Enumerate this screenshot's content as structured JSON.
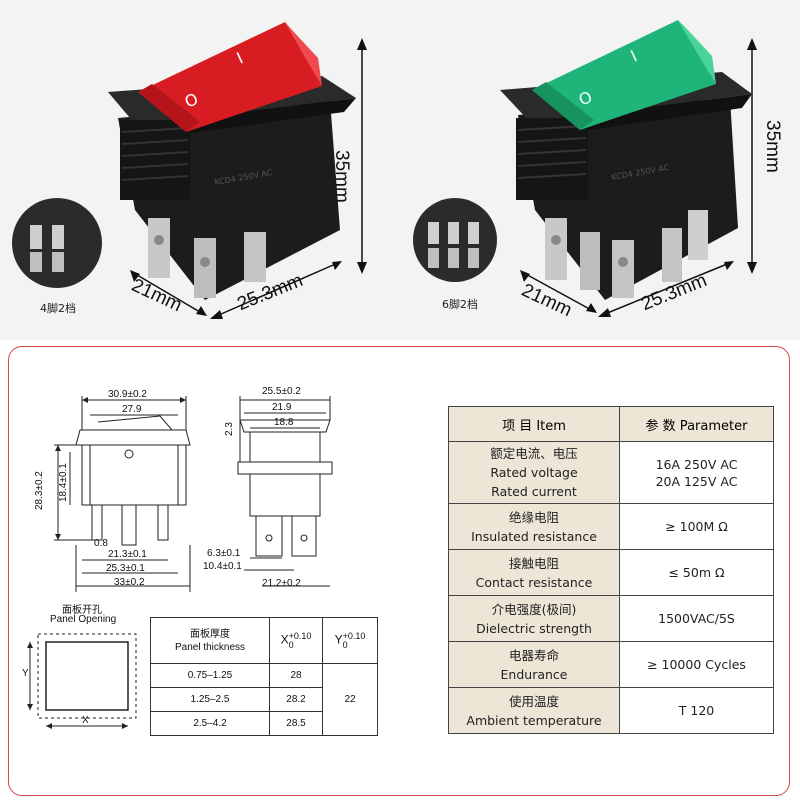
{
  "photos": {
    "left_label": "4脚2档",
    "right_label": "6脚2档",
    "dim_height": "35mm",
    "dim_depth": "21mm",
    "dim_width": "25.3mm",
    "left_on_symbol": "I",
    "left_off_symbol": "O",
    "right_on_symbol": "I",
    "right_off_symbol": "O",
    "red_color": "#e8232a",
    "green_color": "#22c07f"
  },
  "drawing": {
    "front": {
      "d_30_9": "30.9±0.2",
      "d_27_9": "27.9",
      "d_28_3": "28.3±0.2",
      "d_18_4": "18.4±0.1",
      "d_0_8": "0.8",
      "d_21_3": "21.3±0.1",
      "d_25_3": "25.3±0.1",
      "d_33": "33±0.2"
    },
    "side": {
      "d_25_5": "25.5±0.2",
      "d_21_9": "21.9",
      "d_18_8": "18.8",
      "d_2_3": "2.3",
      "d_6_3": "6.3±0.1",
      "d_10_4": "10.4±0.1",
      "d_21_2": "21.2±0.2"
    },
    "panel": {
      "title_cn": "面板开孔",
      "title_en": "Panel Opening",
      "axis_y": "Y",
      "axis_x": "X"
    },
    "thickness_table": {
      "h_cn": "面板厚度",
      "h_en": "Panel thickness",
      "h_x": "X",
      "h_x_tol": "+0.10",
      "h_x_low": "0",
      "h_y": "Y",
      "h_y_tol": "+0.10",
      "h_y_low": "0",
      "rows": [
        {
          "range": "0.75–1.25",
          "x": "28"
        },
        {
          "range": "1.25–2.5",
          "x": "28.2"
        },
        {
          "range": "2.5–4.2",
          "x": "28.5"
        }
      ],
      "y_value": "22"
    }
  },
  "spec_table": {
    "header_item": "项 目  Item",
    "header_param": "参 数  Parameter",
    "rows": [
      {
        "cn": "额定电流、电压",
        "en1": "Rated voltage",
        "en2": "Rated current",
        "p1": "16A  250V AC",
        "p2": "20A  125V AC"
      },
      {
        "cn": "绝缘电阻",
        "en1": "Insulated resistance",
        "p1": "≥ 100M Ω"
      },
      {
        "cn": "接触电阻",
        "en1": "Contact resistance",
        "p1": "≤ 50m Ω"
      },
      {
        "cn": "介电强度(极间)",
        "en1": "Dielectric strength",
        "p1": "1500VAC/5S"
      },
      {
        "cn": "电器寿命",
        "en1": "Endurance",
        "p1": "≥ 10000 Cycles"
      },
      {
        "cn": "使用温度",
        "en1": "Ambient temperature",
        "p1": "T 120"
      }
    ]
  }
}
